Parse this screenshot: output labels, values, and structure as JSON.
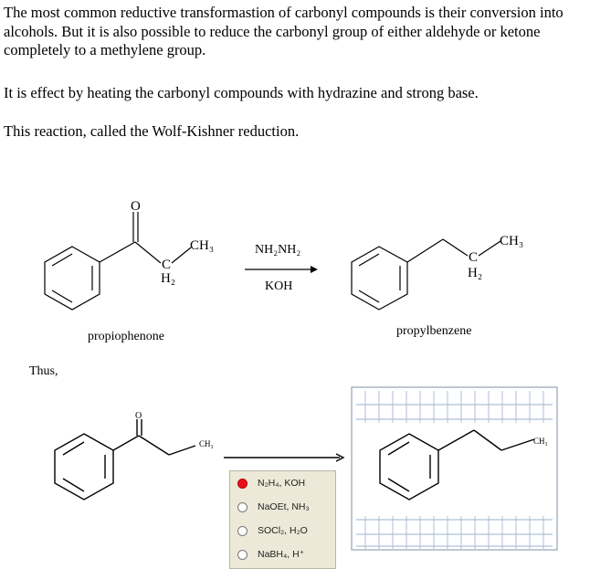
{
  "text": {
    "p1": "The most common reductive transformastion of carbonyl compounds is their conversion into alcohols. But it is also possible to reduce the carbonyl group of either aldehyde or ketone completely to a methylene group.",
    "p2": "It is effect by heating the carbonyl compounds with hydrazine and strong base.",
    "p3": "This reaction, called the Wolf-Kishner reduction.",
    "thus": "Thus,"
  },
  "reaction": {
    "reactant_name": "propiophenone",
    "product_name": "propylbenzene",
    "reagent_top": "NH₂NH₂",
    "reagent_bottom": "KOH",
    "ch3": "CH3",
    "c": "C",
    "h2": "H2",
    "o": "O"
  },
  "question": {
    "reactant_o": "O",
    "reactant_ch3": "CH₃",
    "product_ch3": "CH₃",
    "options": [
      {
        "label": "N₂H₄, KOH",
        "selected": true
      },
      {
        "label": "NaOEt, NH₃",
        "selected": false
      },
      {
        "label": "SOCl₂, H₂O",
        "selected": false
      },
      {
        "label": "NaBH₄, H⁺",
        "selected": false
      }
    ]
  }
}
